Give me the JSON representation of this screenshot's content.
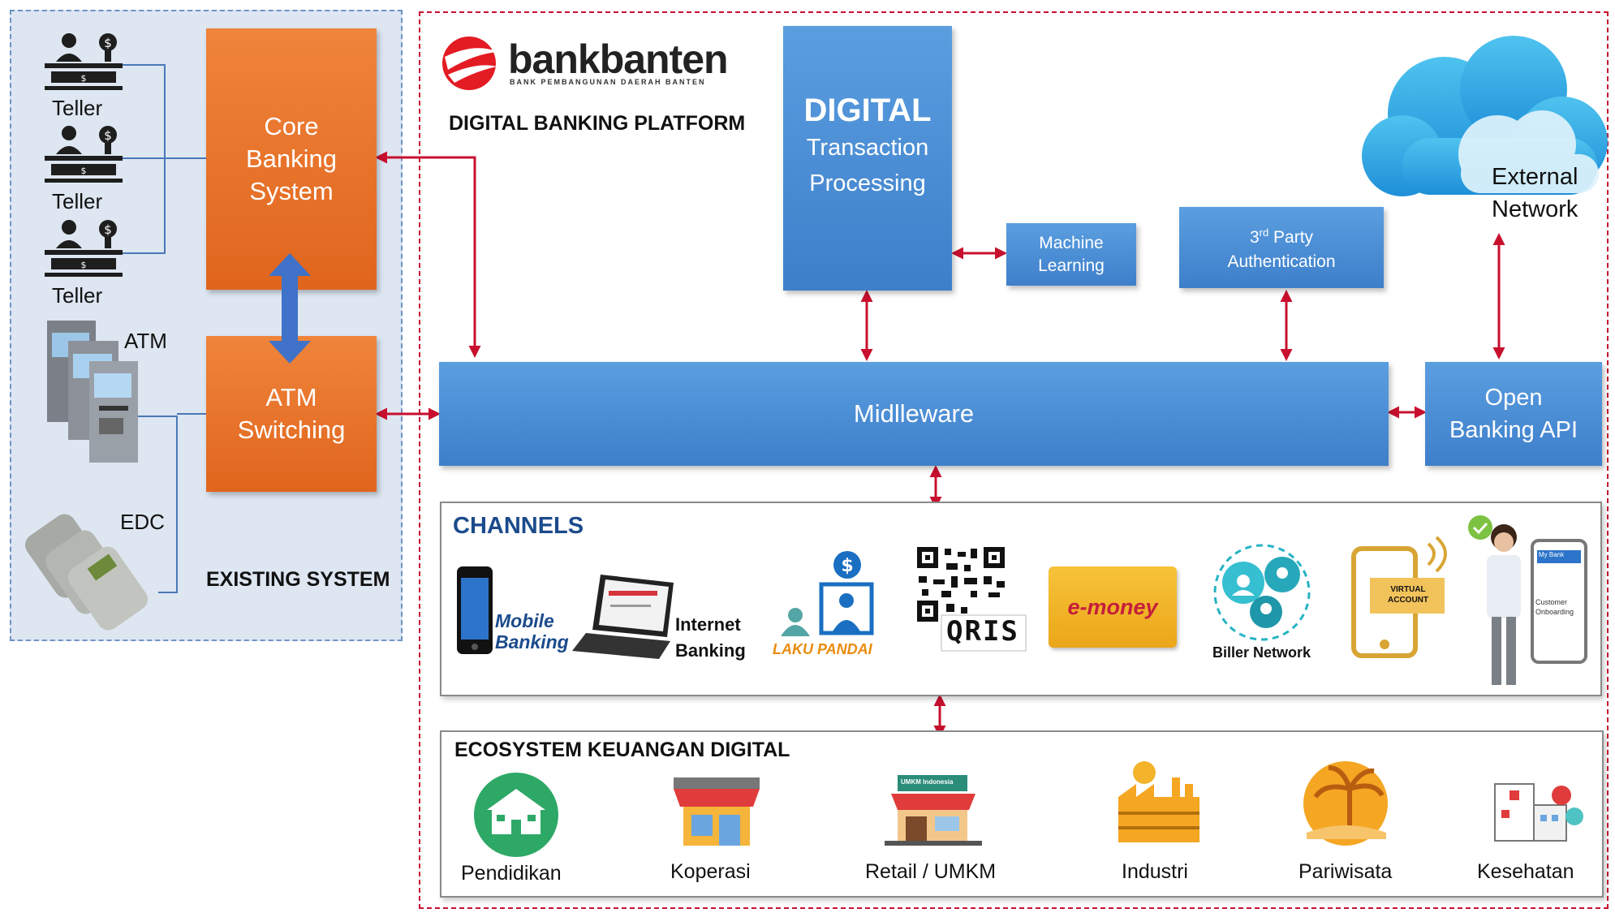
{
  "existing_system": {
    "title": "EXISTING SYSTEM",
    "tellers": [
      "Teller",
      "Teller",
      "Teller"
    ],
    "atm_label": "ATM",
    "edc_label": "EDC",
    "core_banking": "Core\nBanking\nSystem",
    "atm_switching": "ATM\nSwitching"
  },
  "brand": {
    "name": "bankbanten",
    "tagline": "BANK PEMBANGUNAN DAERAH BANTEN",
    "platform_title": "DIGITAL BANKING PLATFORM",
    "logo_color": "#e31b23"
  },
  "digital_tp": {
    "title": "DIGITAL",
    "subtitle": "Transaction\nProcessing"
  },
  "machine_learning": "Machine\nLearning",
  "third_party": {
    "pre": "3",
    "sup": "rd",
    "post": " Party",
    "line2": "Authentication"
  },
  "external_network": "External\nNetwork",
  "middleware": "Midlleware",
  "open_banking": "Open\nBanking API",
  "channels": {
    "title": "CHANNELS",
    "mobile": "Mobile\nBanking",
    "internet": "Internet\nBanking",
    "laku_pandai": "LAKU PANDAI",
    "qris": "QRIS",
    "emoney": "e-money",
    "biller": "Biller Network",
    "virtual_account": "VIRTUAL\nACCOUNT",
    "onboarding_app": "My Bank",
    "onboarding": "Customer\nOnboarding"
  },
  "ecosystem": {
    "title": "ECOSYSTEM KEUANGAN DIGITAL",
    "items": [
      "Pendidikan",
      "Koperasi",
      "Retail / UMKM",
      "Industri",
      "Pariwisata",
      "Kesehatan"
    ],
    "retail_sign": "UMKM Indonesia"
  },
  "colors": {
    "orange": "#e8722b",
    "blue": "#4a8bd4",
    "connector_red": "#c8102e",
    "dark_navy": "#1c4b8c"
  }
}
